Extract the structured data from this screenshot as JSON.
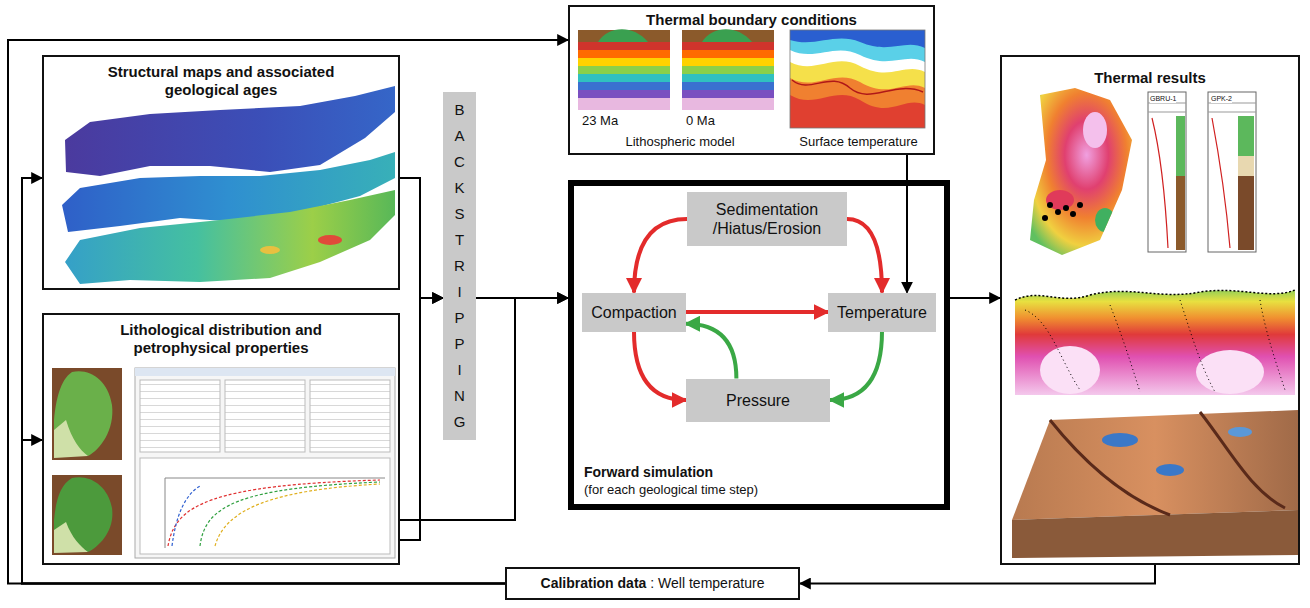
{
  "diagram": {
    "nodes": [
      {
        "text": [
          "Structural maps and associated geological ages"
        ]
      },
      {
        "text": [
          "Thermal boundary conditions",
          "23 Ma",
          "0 Ma",
          "Lithospheric model",
          "Surface temperature"
        ]
      },
      {
        "text": [
          "Lithological distribution and petrophysical properties"
        ]
      },
      {
        "text": [
          "BACKSTRIPPING"
        ]
      },
      {
        "text": [
          "Forward simulation",
          "(for each geological time step)"
        ]
      },
      {
        "text": [
          "Sedimentation /Hiatus/Erosion"
        ],
        "in": 4
      },
      {
        "text": [
          "Compaction"
        ],
        "in": 4
      },
      {
        "text": [
          "Temperature"
        ],
        "in": 4
      },
      {
        "text": [
          "Pressure"
        ],
        "in": 4
      },
      {
        "text": [
          "Thermal results"
        ]
      },
      {
        "text": [
          "Calibration data",
          ": Well temperature"
        ]
      }
    ],
    "edges": [
      {
        "from": 5,
        "to": 6,
        "arrow": "to"
      },
      {
        "from": 5,
        "to": 7,
        "arrow": "to"
      },
      {
        "from": 6,
        "to": 7,
        "arrow": "to"
      },
      {
        "from": 6,
        "to": 8,
        "arrow": "to"
      },
      {
        "from": 8,
        "to": 6,
        "arrow": "to"
      },
      {
        "from": 7,
        "to": 8,
        "arrow": "to"
      },
      {
        "from": 0,
        "to": 3,
        "arrow": "to"
      },
      {
        "from": 2,
        "to": 3,
        "arrow": "to"
      },
      {
        "from": 2,
        "to": 4,
        "arrow": "to"
      },
      {
        "from": 3,
        "to": 4,
        "arrow": "to"
      },
      {
        "from": 1,
        "to": 7,
        "arrow": "to"
      },
      {
        "from": 4,
        "to": 9,
        "arrow": "to"
      },
      {
        "from": 9,
        "to": 10,
        "arrow": "to"
      },
      {
        "from": 10,
        "to": 0,
        "arrow": "to"
      },
      {
        "from": 10,
        "to": 2,
        "arrow": "to"
      },
      {
        "from": 10,
        "to": 1,
        "arrow": "to"
      }
    ],
    "labels": [
      "GBRU-1",
      "GPK-2"
    ]
  }
}
